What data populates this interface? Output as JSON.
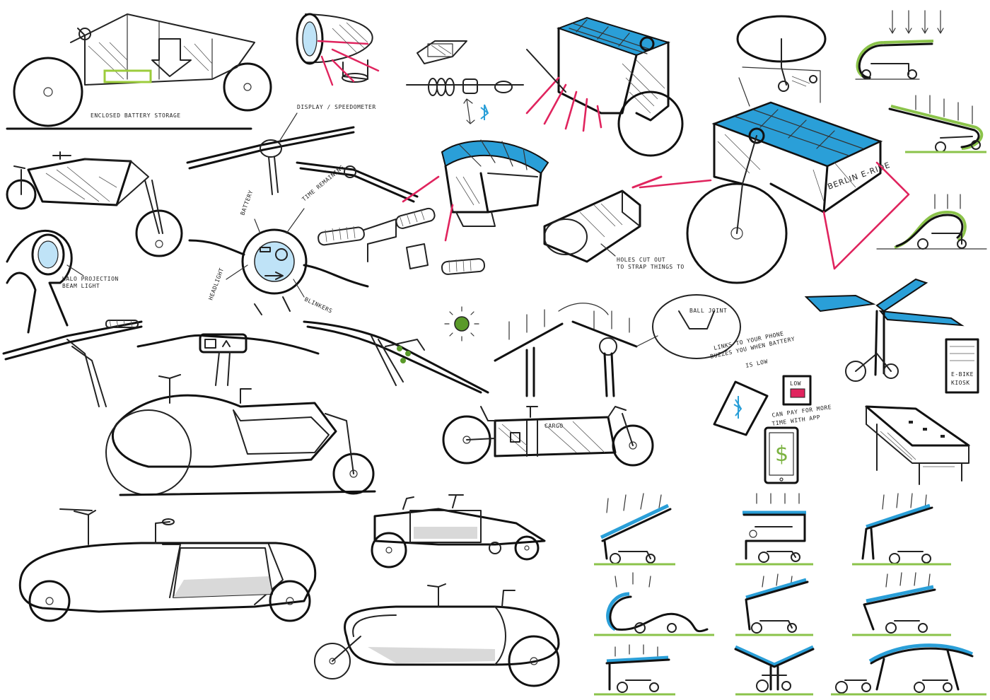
{
  "labels": {
    "battery_storage": "ENCLOSED BATTERY STORAGE",
    "display": "DISPLAY / SPEEDOMETER",
    "battery": "BATTERY",
    "time_remaining": "TIME REMAINING",
    "headlight": "HEADLIGHT",
    "blinkers": "BLINKERS",
    "halo_line1": "HALO PROJECTION",
    "halo_line2": "BEAM LIGHT",
    "holes_line1": "HOLES CUT OUT",
    "holes_line2": "TO STRAP THINGS TO",
    "berlin": "BERLIN E-RIDE",
    "kiosk_line1": "E-BIKE",
    "kiosk_line2": "KIOSK",
    "phone_note_line1": "LINKS TO YOUR PHONE",
    "phone_note_line2": "BUZZES YOU WHEN BATTERY",
    "phone_note_line3": "IS LOW",
    "low": "LOW",
    "pay_line1": "CAN PAY FOR MORE",
    "pay_line2": "TIME WITH APP",
    "dollar": "$",
    "cargo": "CARGO",
    "ball_joint": "BALL JOINT"
  },
  "colors": {
    "ink": "#222222",
    "solar_blue": "#2a9fd8",
    "accent_red": "#e0245e",
    "ground_green": "#8bc34a",
    "battery_green": "#9ccc3c",
    "led_green": "#5a9a2a",
    "lens_blue": "#bfe3f7"
  }
}
